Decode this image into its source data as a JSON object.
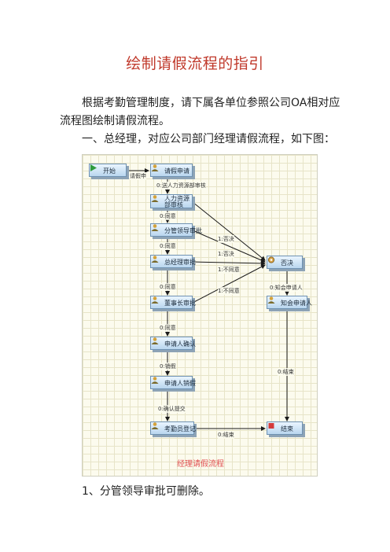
{
  "document": {
    "title": "绘制请假流程的指引",
    "intro": "根据考勤管理制度，请下属各单位参照公司OA相对应流程图绘制请假流程。",
    "section1": "一、总经理，对应公司部门经理请假流程，如下图：",
    "note1": "1、分管领导审批可删除。"
  },
  "diagram": {
    "caption": "经理请假流程",
    "nodes": {
      "start": "开始",
      "apply": "请假申请",
      "hr": "人力资源部审核",
      "leader": "分管领导审批",
      "gm": "总经理审批",
      "chairman": "董事长审批",
      "applicant_confirm": "申请人确认",
      "applicant_cancel": "申请人销假",
      "attendance": "考勤员登记",
      "reject": "否决",
      "notify": "知会申请人",
      "end": "结束"
    },
    "edges": {
      "start_apply": "请假申",
      "apply_hr": "0:送人力资源部审核",
      "hr_leader": "0:同意",
      "leader_gm": "0:同意",
      "gm_chairman": "0:同意",
      "chairman_confirm": "0:同意",
      "confirm_cancel": "0:销假",
      "cancel_attendance": "0:确认提交",
      "attendance_end": "0:结束",
      "notify_end": "0:结束",
      "reject_notify": "0:知会申请人",
      "hr_reject": "1:否决",
      "leader_reject": "1:否决",
      "gm_reject": "1:不同意",
      "chairman_reject": "1:不同意"
    }
  }
}
